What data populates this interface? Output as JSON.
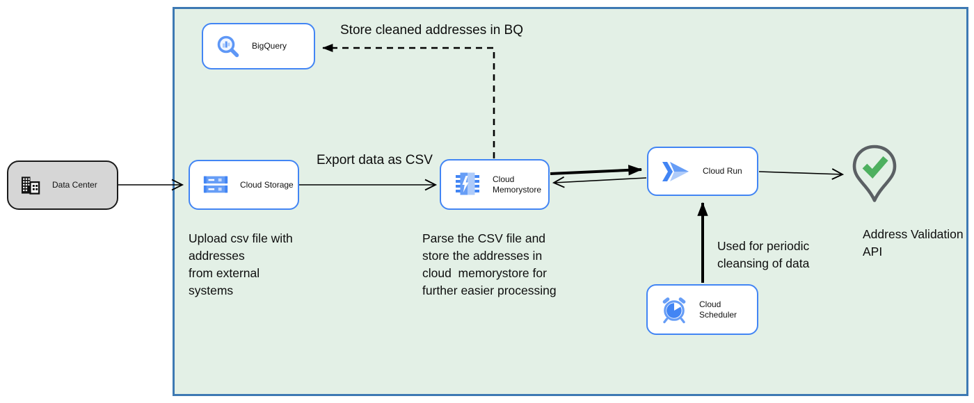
{
  "diagram": {
    "title_implicit": "Address cleansing pipeline on Google Cloud",
    "nodes": {
      "data_center": {
        "label": "Data Center"
      },
      "bigquery": {
        "label": "BigQuery"
      },
      "cloud_storage": {
        "label": "Cloud Storage"
      },
      "memorystore": {
        "label": "Cloud\nMemorystore"
      },
      "cloud_run": {
        "label": "Cloud Run"
      },
      "scheduler": {
        "label": "Cloud Scheduler"
      },
      "validation": {
        "label": "Address Validation\nAPI"
      }
    },
    "edge_labels": {
      "store_bq": "Store cleaned addresses in BQ",
      "export_csv": "Export data as CSV"
    },
    "annotations": {
      "upload": "Upload csv file with\naddresses\nfrom external\nsystems",
      "parse": "Parse the CSV file and\nstore the addresses in\ncloud  memorystore for\nfurther easier processing",
      "periodic": "Used for periodic\ncleansing of data"
    },
    "colors": {
      "boundary_fill": "#e3f0e6",
      "boundary_border": "#3d79b3",
      "node_border": "#4285f4",
      "node_fill": "#ffffff",
      "data_center_fill": "#d6d6d6",
      "icon_blue_dark": "#4285f4",
      "icon_blue_mid": "#669df6",
      "icon_blue_light": "#aecbfa",
      "check_green": "#4db05f",
      "pin_gray": "#5b6064",
      "arrow_black": "#000000"
    }
  }
}
